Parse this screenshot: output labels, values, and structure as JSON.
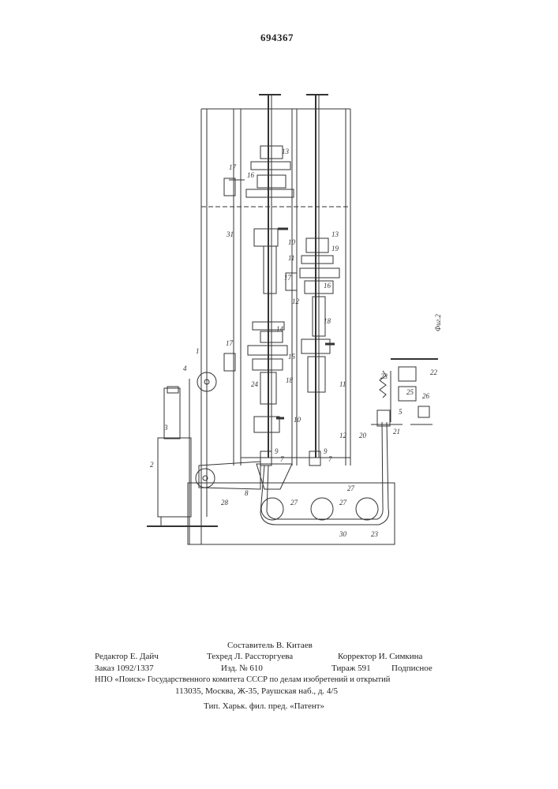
{
  "patent_number": "694367",
  "figure_label": "Фиг.2",
  "part_labels": {
    "p1": "1",
    "p2": "2",
    "p3": "3",
    "p4": "4",
    "p5": "5",
    "p7": "7",
    "p8": "8",
    "p9": "9",
    "p10": "10",
    "p11": "11",
    "p12": "12",
    "p13": "13",
    "p14": "14",
    "p15": "15",
    "p16": "16",
    "p17": "17",
    "p18": "18",
    "p19": "19",
    "p20": "20",
    "p21": "21",
    "p22": "22",
    "p23": "23",
    "p24": "24",
    "p25": "25",
    "p26": "26",
    "p27": "27",
    "p28": "28",
    "p30": "30",
    "p31": "31"
  },
  "imprint": {
    "compiler": "Составитель В. Китаев",
    "editor": "Редактор Е. Дайч",
    "techred": "Техред Л. Рассторгуева",
    "corrector": "Корректор И. Симкина",
    "order": "Заказ 1092/1337",
    "edition": "Изд. № 610",
    "circulation": "Тираж 591",
    "subscription": "Подписное",
    "npo": "НПО «Поиск» Государственного комитета СССР по делам изобретений и открытий",
    "address": "113035, Москва, Ж-35, Раушская наб., д. 4/5",
    "typography": "Тип. Харьк. фил. пред. «Патент»"
  }
}
